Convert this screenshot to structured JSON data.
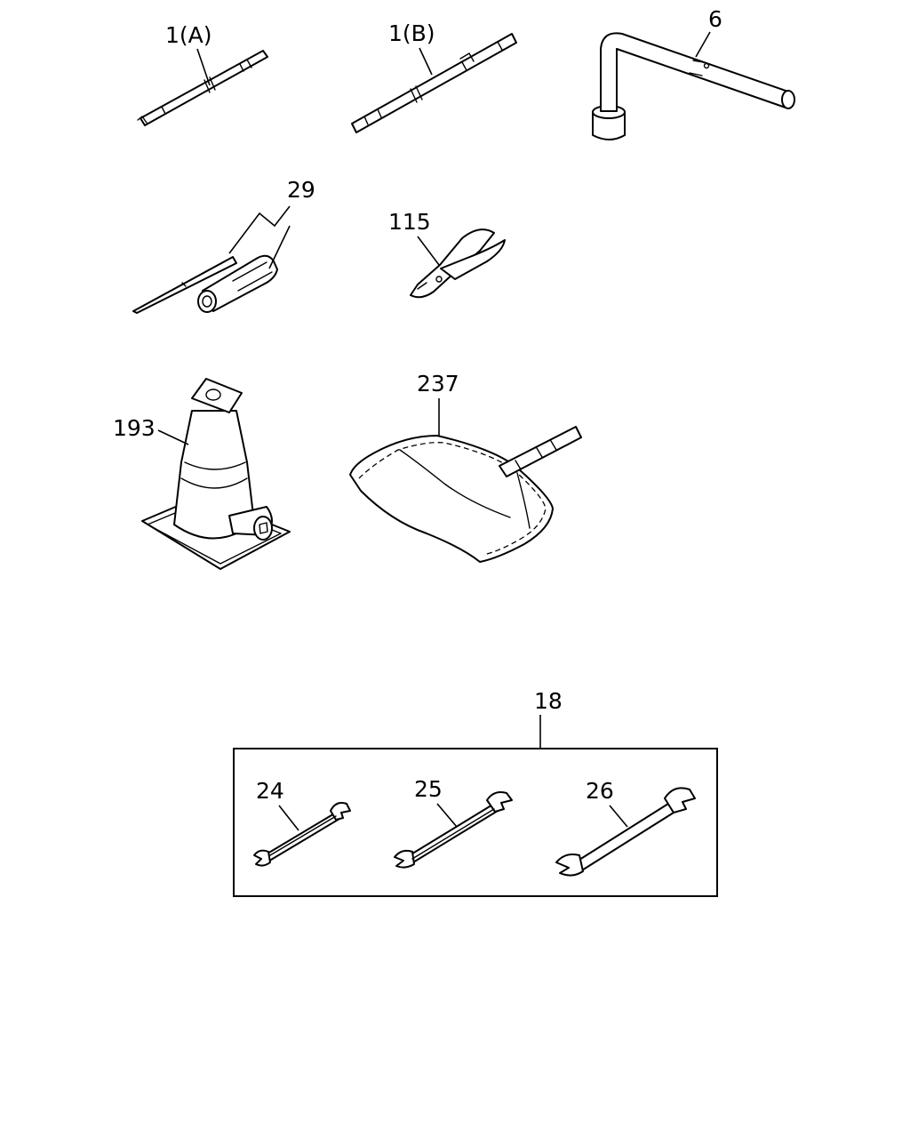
{
  "callouts": {
    "c1a": "1(A)",
    "c1b": "1(B)",
    "c6": "6",
    "c29": "29",
    "c115": "115",
    "c193": "193",
    "c237": "237",
    "c18": "18",
    "c24": "24",
    "c25": "25",
    "c26": "26"
  }
}
